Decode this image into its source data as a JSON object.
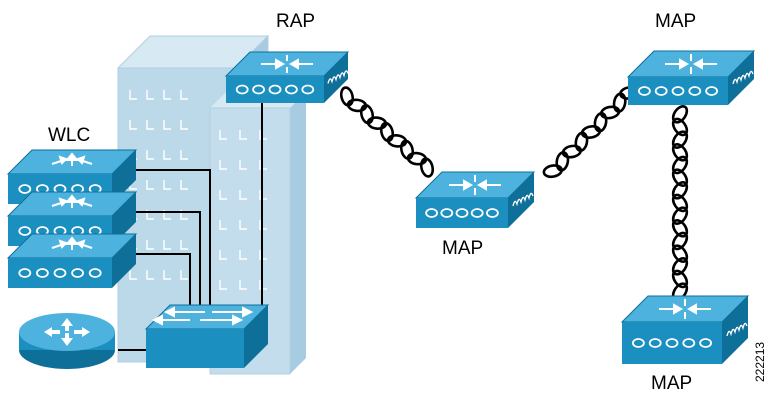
{
  "labels": {
    "wlc": "WLC",
    "rap": "RAP",
    "map_center": "MAP",
    "map_top_right": "MAP",
    "map_bottom_right": "MAP"
  },
  "figure_number": "222213",
  "colors": {
    "device_front": "#1a8fc0",
    "device_top": "#4db3de",
    "device_side": "#0e6f99",
    "building_front": "#bcd9e9",
    "building_side": "#a7cbe0",
    "building_top": "#d7e9f3",
    "link": "#000000"
  },
  "icons": [
    "access-point-icon",
    "wlc-controller-icon",
    "router-icon",
    "switch-icon",
    "building-icon",
    "wireless-link-icon"
  ]
}
